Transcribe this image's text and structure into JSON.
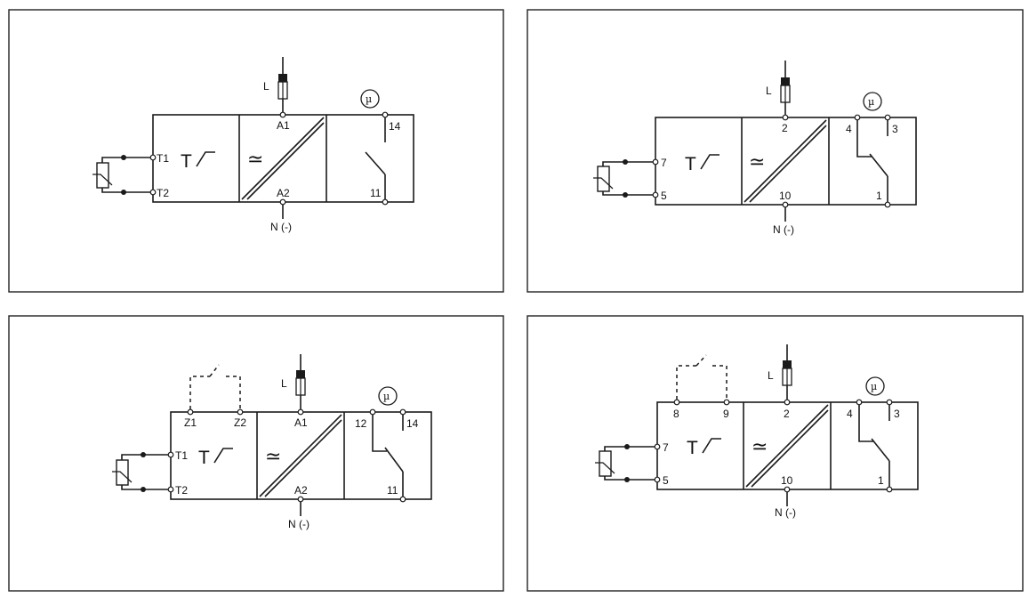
{
  "panels": [
    {
      "supply_label": "L",
      "neutral_label": "N (-)",
      "sensor_terminals": [
        "T1",
        "T2"
      ],
      "control_terminals": [],
      "supply_terminals": [
        "A1",
        "A2"
      ],
      "relay_terminals": [
        "14",
        "11"
      ],
      "function_label": "T",
      "converter_symbol": "≃",
      "relay_symbol": "µ"
    },
    {
      "supply_label": "L",
      "neutral_label": "N (-)",
      "sensor_terminals": [
        "7",
        "5"
      ],
      "control_terminals": [],
      "supply_terminals": [
        "2",
        "10"
      ],
      "relay_terminals": [
        "4",
        "3",
        "1"
      ],
      "function_label": "T",
      "converter_symbol": "≃",
      "relay_symbol": "µ"
    },
    {
      "supply_label": "L",
      "neutral_label": "N (-)",
      "sensor_terminals": [
        "T1",
        "T2"
      ],
      "control_terminals": [
        "Z1",
        "Z2"
      ],
      "supply_terminals": [
        "A1",
        "A2"
      ],
      "relay_terminals": [
        "12",
        "14",
        "11"
      ],
      "function_label": "T",
      "converter_symbol": "≃",
      "relay_symbol": "µ"
    },
    {
      "supply_label": "L",
      "neutral_label": "N (-)",
      "sensor_terminals": [
        "7",
        "5"
      ],
      "control_terminals": [
        "8",
        "9"
      ],
      "supply_terminals": [
        "2",
        "10"
      ],
      "relay_terminals": [
        "4",
        "3",
        "1"
      ],
      "function_label": "T",
      "converter_symbol": "≃",
      "relay_symbol": "µ"
    }
  ]
}
